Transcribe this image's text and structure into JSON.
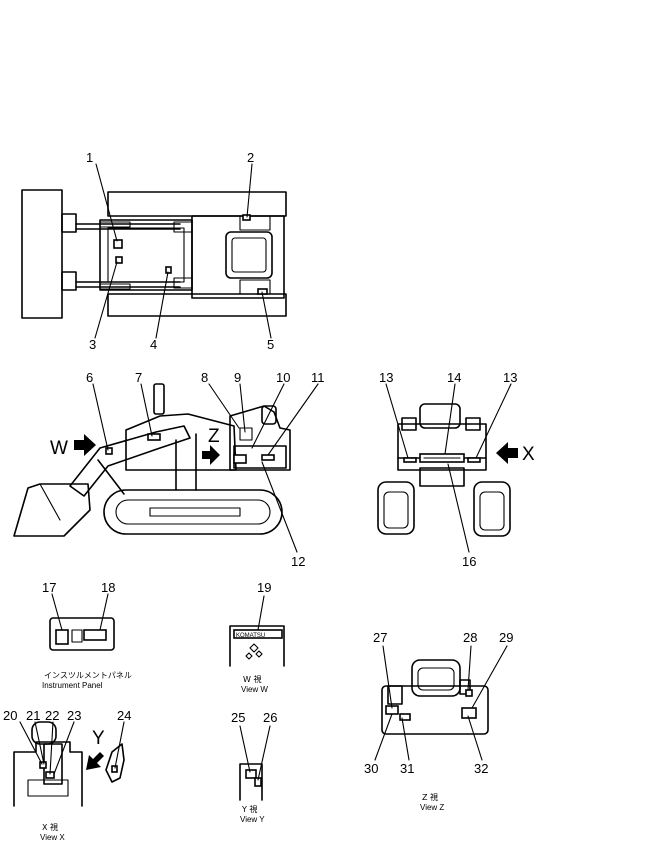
{
  "callouts": {
    "c1": "1",
    "c2": "2",
    "c3": "3",
    "c4": "4",
    "c5": "5",
    "c6": "6",
    "c7": "7",
    "c8": "8",
    "c9": "9",
    "c10": "10",
    "c11": "11",
    "c12": "12",
    "c13a": "13",
    "c13b": "13",
    "c14": "14",
    "c16": "16",
    "c17": "17",
    "c18": "18",
    "c19": "19",
    "c20": "20",
    "c21": "21",
    "c22": "22",
    "c23": "23",
    "c24": "24",
    "c25": "25",
    "c26": "26",
    "c27": "27",
    "c28": "28",
    "c29": "29",
    "c30": "30",
    "c31": "31",
    "c32": "32"
  },
  "view_letters": {
    "w": "W",
    "z": "Z",
    "x": "X",
    "y": "Y"
  },
  "captions": {
    "instrument_jp": "インスツルメントパネル",
    "instrument_en": "Instrument  Panel",
    "w_jp": "W   視",
    "w_en": "View  W",
    "y_jp": "Y   視",
    "y_en": "View  Y",
    "z_jp": "Z   視",
    "z_en": "View  Z",
    "x_jp": "X   視",
    "x_en": "View  X"
  },
  "decal_text": {
    "komatsu": "KOMATSU"
  },
  "colors": {
    "ink": "#000000",
    "paper": "#ffffff"
  },
  "icons": [
    "arrow-right-icon",
    "arrow-left-icon",
    "arrow-down-left-icon"
  ]
}
